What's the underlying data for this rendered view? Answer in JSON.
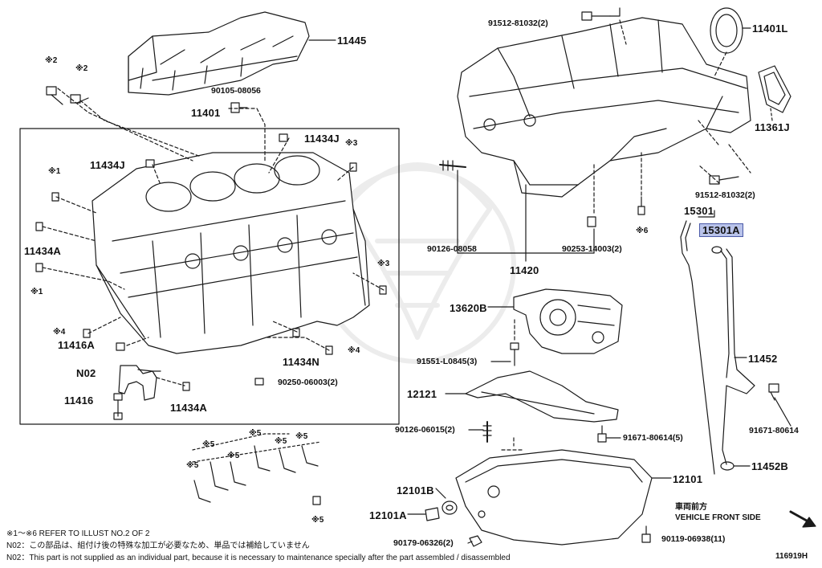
{
  "parts": {
    "p11445": "11445",
    "p11401L": "11401L",
    "p91512_top": "91512-81032(2)",
    "p90105": "90105-08056",
    "p11401": "11401",
    "p11434J_right": "11434J",
    "p11434J_left": "11434J",
    "p11361J": "11361J",
    "p91512_mid": "91512-81032(2)",
    "p15301": "15301",
    "p15301A": "15301A",
    "p11434A_left": "11434A",
    "p90126_08058": "90126-08058",
    "p90253": "90253-14003(2)",
    "p11420": "11420",
    "p13620B": "13620B",
    "p11416A": "11416A",
    "p11434N": "11434N",
    "pN02": "N02",
    "p90250": "90250-06003(2)",
    "p91551": "91551-L0845(3)",
    "p11452": "11452",
    "p11416": "11416",
    "p11434A_bottom": "11434A",
    "p12121": "12121",
    "p91671_right": "91671-80614",
    "p90126_06015": "90126-06015(2)",
    "p91671_5": "91671-80614(5)",
    "p11452B": "11452B",
    "p12101": "12101",
    "p12101B": "12101B",
    "p12101A": "12101A",
    "p90179": "90179-06326(2)",
    "p90119": "90119-06938(11)"
  },
  "marks": {
    "m2a": "※2",
    "m2b": "※2",
    "m3a": "※3",
    "m1a": "※1",
    "m1b": "※1",
    "m3b": "※3",
    "m4a": "※4",
    "m4b": "※4",
    "m6": "※6",
    "m5a": "※5",
    "m5b": "※5",
    "m5c": "※5",
    "m5d": "※5",
    "m5e": "※5",
    "m5f": "※5",
    "m5g": "※5"
  },
  "front": {
    "jp": "車両前方",
    "en": "VEHICLE FRONT SIDE"
  },
  "notes": {
    "line1": "※1～※6  REFER TO ILLUST NO.2 OF 2",
    "line2": "N02：この部品は、組付け後の特殊な加工が必要なため、単品では補給していません",
    "line3": "N02：This part is not supplied as an individual part, because it is necessary to maintenance specially after the part assembled / disassembled"
  },
  "ref_no": "116919H",
  "colors": {
    "line": "#1a1a1a",
    "highlight": "#b9c3ea",
    "highlight_border": "#4b5aa8",
    "watermark": "#ececec"
  }
}
